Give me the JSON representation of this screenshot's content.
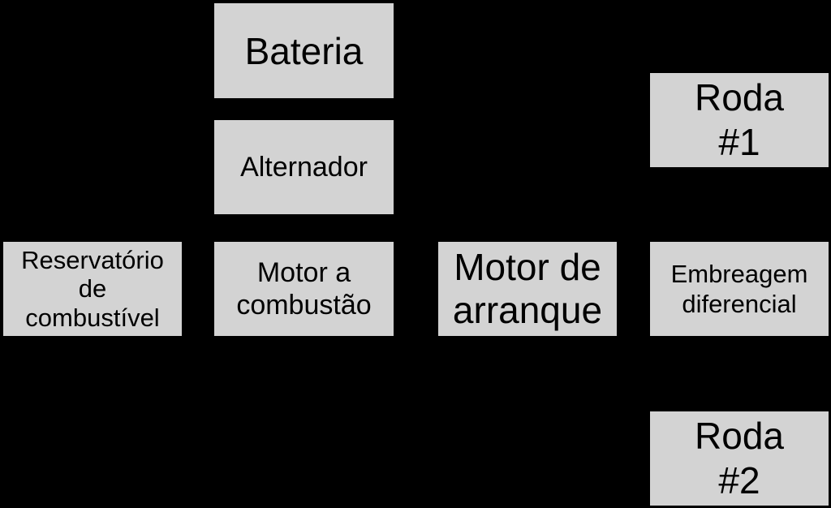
{
  "diagram": {
    "background": "#000000",
    "box_fill": "#d3d3d3",
    "text_color": "#000000",
    "nodes": {
      "bateria": "Bateria",
      "alternador": "Alternador",
      "motor_combustao": "Motor a\ncombustão",
      "reservatorio": "Reservatório\nde\ncombustível",
      "motor_arranque": "Motor de\narranque",
      "roda1": "Roda\n#1",
      "embreagem": "Embreagem\ndiferencial",
      "roda2": "Roda\n#2"
    }
  }
}
